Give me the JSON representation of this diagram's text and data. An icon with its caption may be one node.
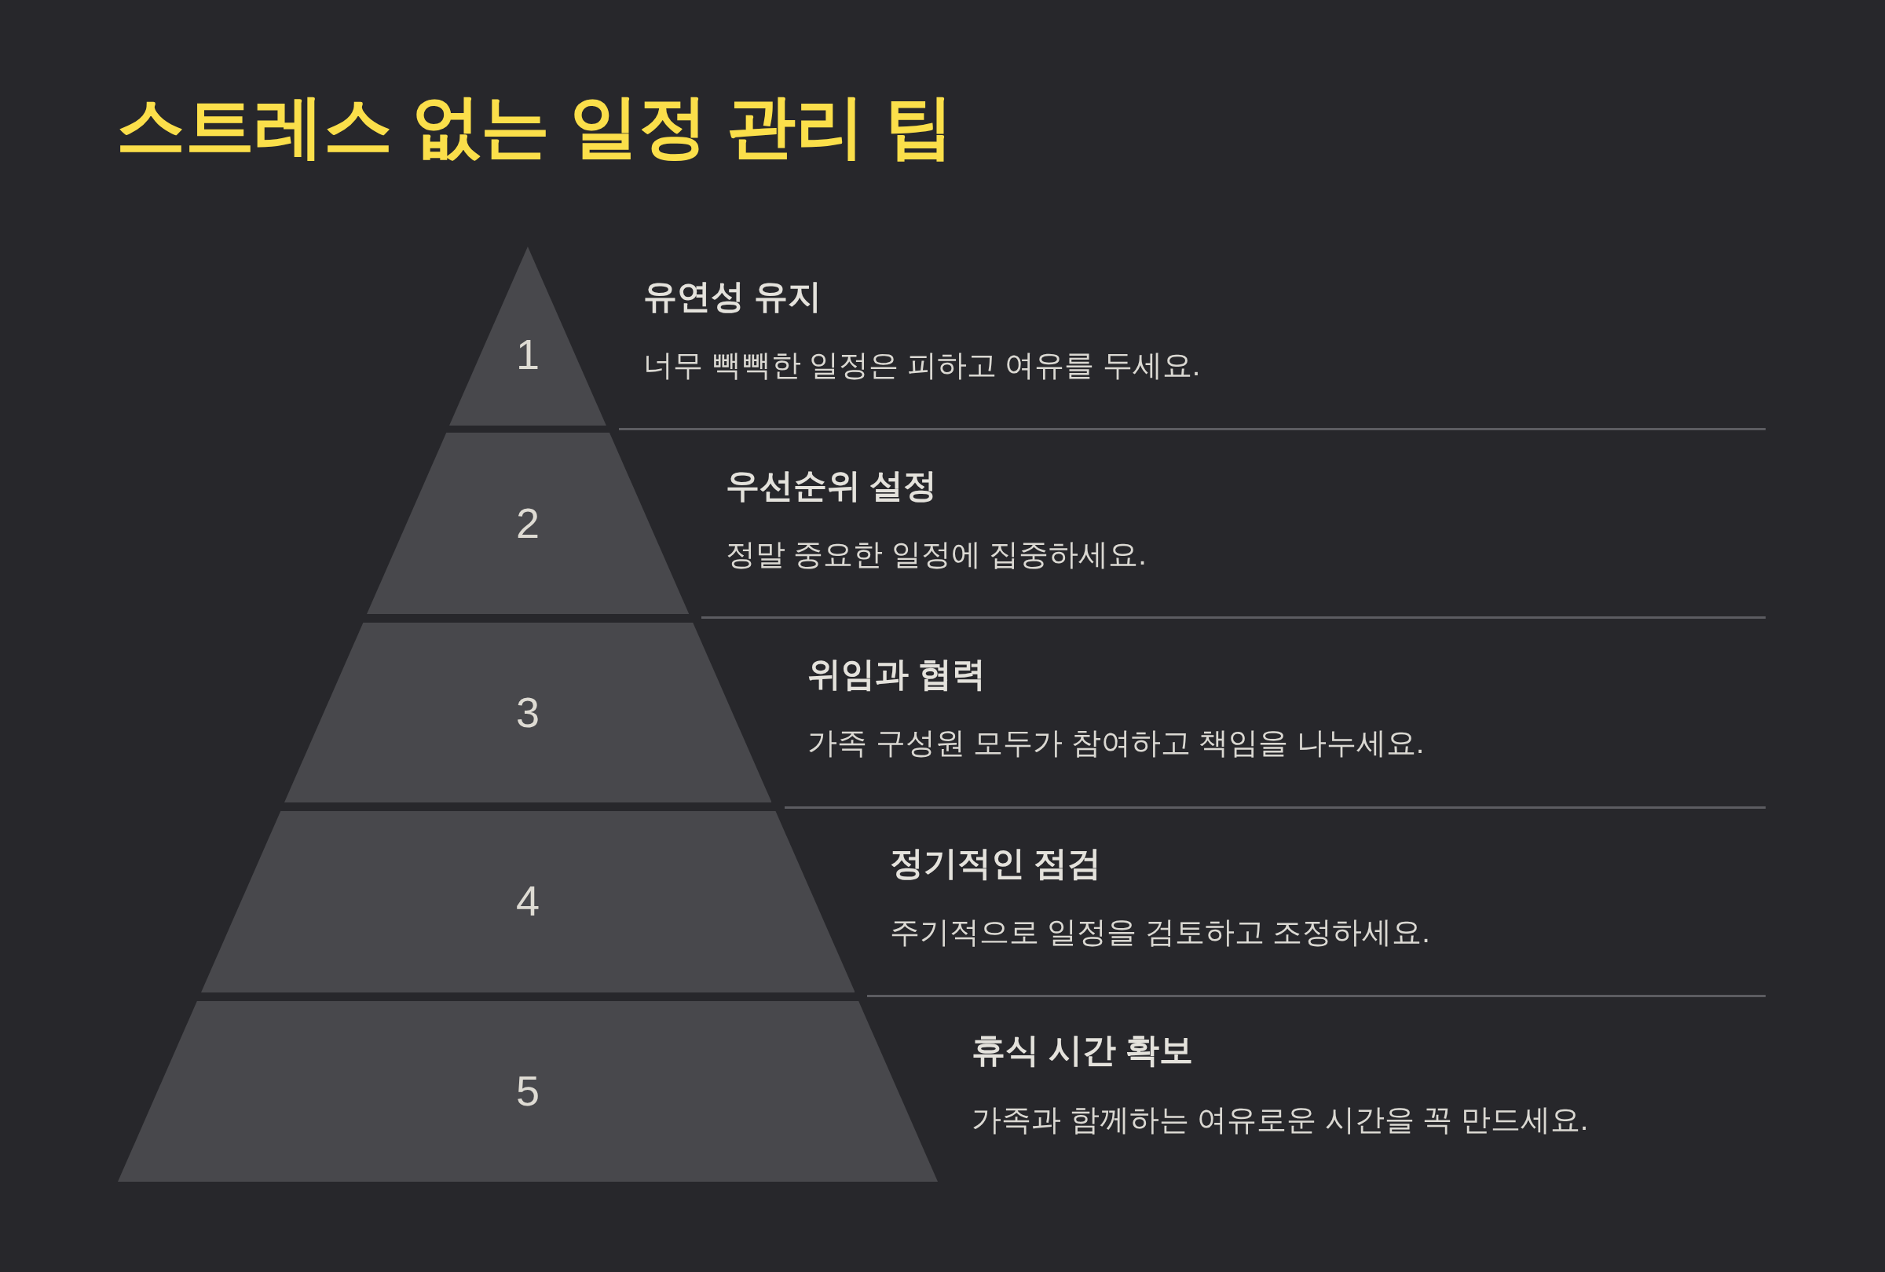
{
  "diagram": {
    "title": "스트레스 없는 일정 관리 팁",
    "nodes": [
      {
        "text": [
          "1"
        ],
        "beside": [
          "유연성 유지",
          "너무 빽빽한 일정은 피하고 여유를 두세요."
        ]
      },
      {
        "text": [
          "2"
        ],
        "beside": [
          "우선순위 설정",
          "정말 중요한 일정에 집중하세요."
        ]
      },
      {
        "text": [
          "3"
        ],
        "beside": [
          "위임과 협력",
          "가족 구성원 모두가 참여하고 책임을 나누세요."
        ]
      },
      {
        "text": [
          "4"
        ],
        "beside": [
          "정기적인 점검",
          "주기적으로 일정을 검토하고 조정하세요."
        ]
      },
      {
        "text": [
          "5"
        ],
        "beside": [
          "휴식 시간 확보",
          "가족과 함께하는 여유로운 시간을 꼭 만드세요."
        ]
      }
    ]
  }
}
